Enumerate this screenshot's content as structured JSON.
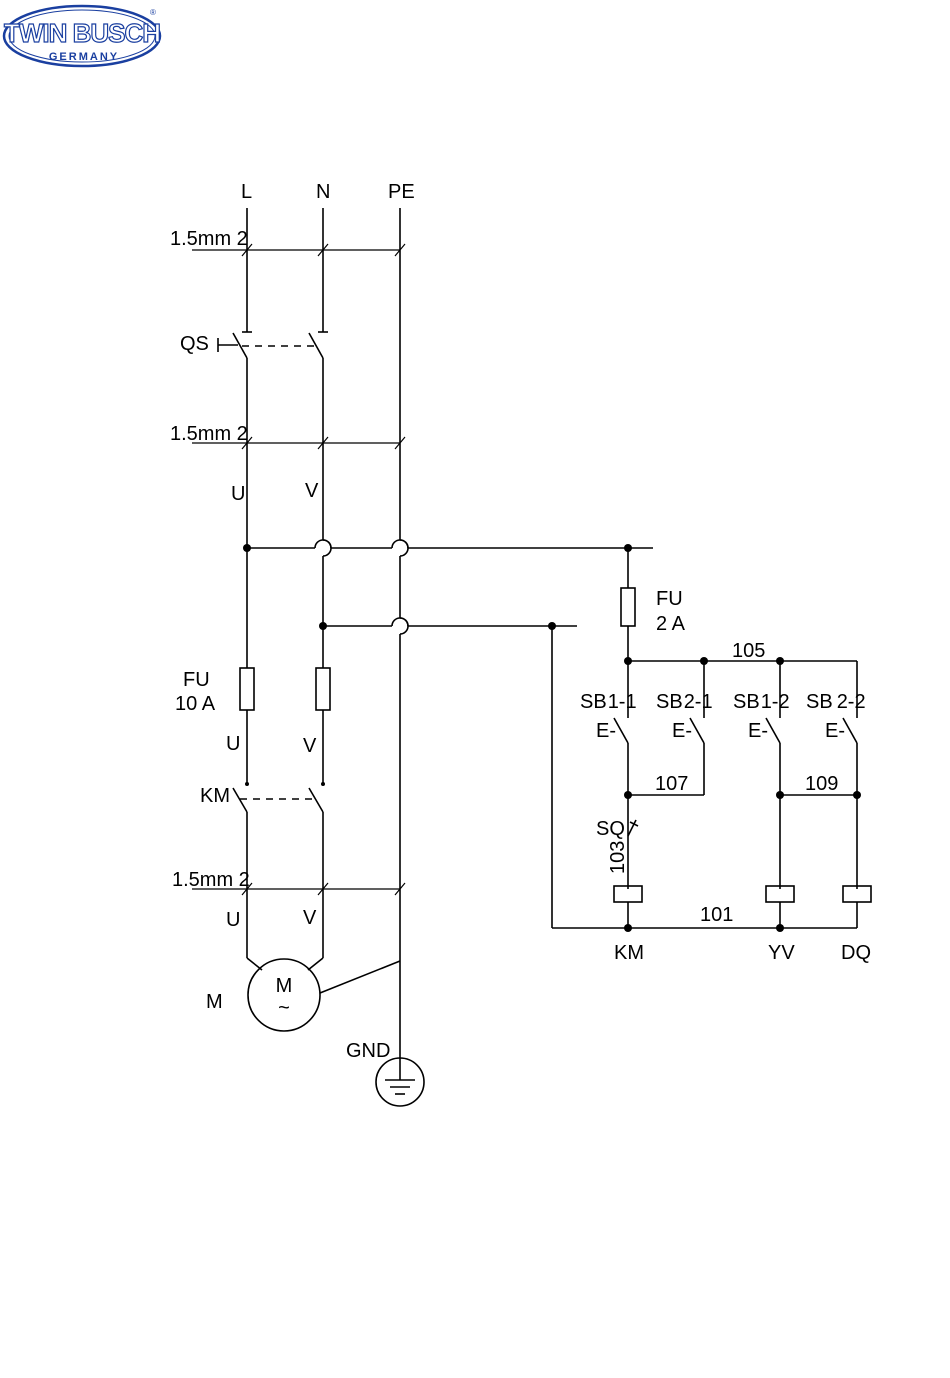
{
  "logo": {
    "brand": "TWIN BUSCH",
    "country": "GERMANY",
    "registered": "®",
    "color": "#1a3fa0"
  },
  "power": {
    "line_L": "L",
    "line_N": "N",
    "line_PE": "PE",
    "cable_top": "1.5mm 2",
    "cable_mid": "1.5mm 2",
    "cable_motor": "1.5mm 2",
    "switch_QS": "QS",
    "phase_U_1": "U",
    "phase_V_1": "V",
    "fuse_label": "FU",
    "fuse_rating": "10  A",
    "phase_U_2": "U",
    "phase_V_2": "V",
    "contactor_KM": "KM",
    "phase_U_3": "U",
    "phase_V_3": "V",
    "motor_symbol": "M",
    "motor_tilde": "~",
    "motor_label": "M",
    "ground_label": "GND"
  },
  "control": {
    "fuse_label": "FU",
    "fuse_rating": "2  A",
    "wire_105": "105",
    "sb11_main": "SB",
    "sb11_sub": "1-1",
    "sb21_main": "SB",
    "sb21_sub": "2-1",
    "sb12_main": "SB",
    "sb12_sub": "1-2",
    "sb22_main": "SB",
    "sb22_sub": "2-2",
    "e_1": "E-",
    "e_2": "E-",
    "e_3": "E-",
    "e_4": "E-",
    "wire_107": "107",
    "wire_109": "109",
    "limit_SQ": "SQ",
    "wire_103": "103",
    "wire_101": "101",
    "coil_KM": "KM",
    "coil_YV": "YV",
    "coil_DQ": "DQ"
  }
}
